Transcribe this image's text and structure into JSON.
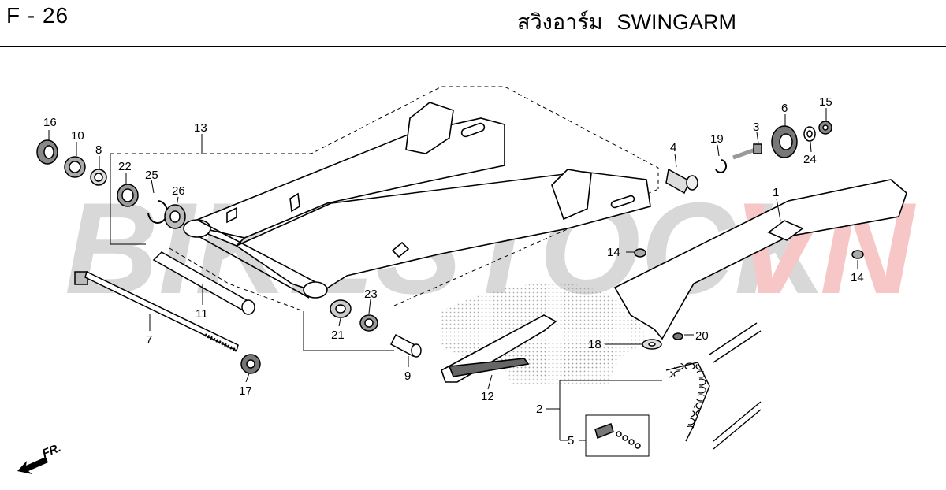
{
  "header": {
    "code": "F - 26",
    "title_th": "สวิงอาร์ม",
    "title_en": "SWINGARM"
  },
  "watermark": {
    "part1": "BIKESTOCK",
    "part2": "VN",
    "color1": "#d8d8d8",
    "color2": "#f7c7c7"
  },
  "direction_label": "FR.",
  "callouts": {
    "c1": "1",
    "c2": "2",
    "c3": "3",
    "c4": "4",
    "c5": "5",
    "c6": "6",
    "c7": "7",
    "c8": "8",
    "c9": "9",
    "c10": "10",
    "c11": "11",
    "c12": "12",
    "c13": "13",
    "c14a": "14",
    "c14b": "14",
    "c15": "15",
    "c16": "16",
    "c17": "17",
    "c18": "18",
    "c19": "19",
    "c20": "20",
    "c21": "21",
    "c22": "22",
    "c23": "23",
    "c24": "24",
    "c25": "25",
    "c26": "26"
  }
}
